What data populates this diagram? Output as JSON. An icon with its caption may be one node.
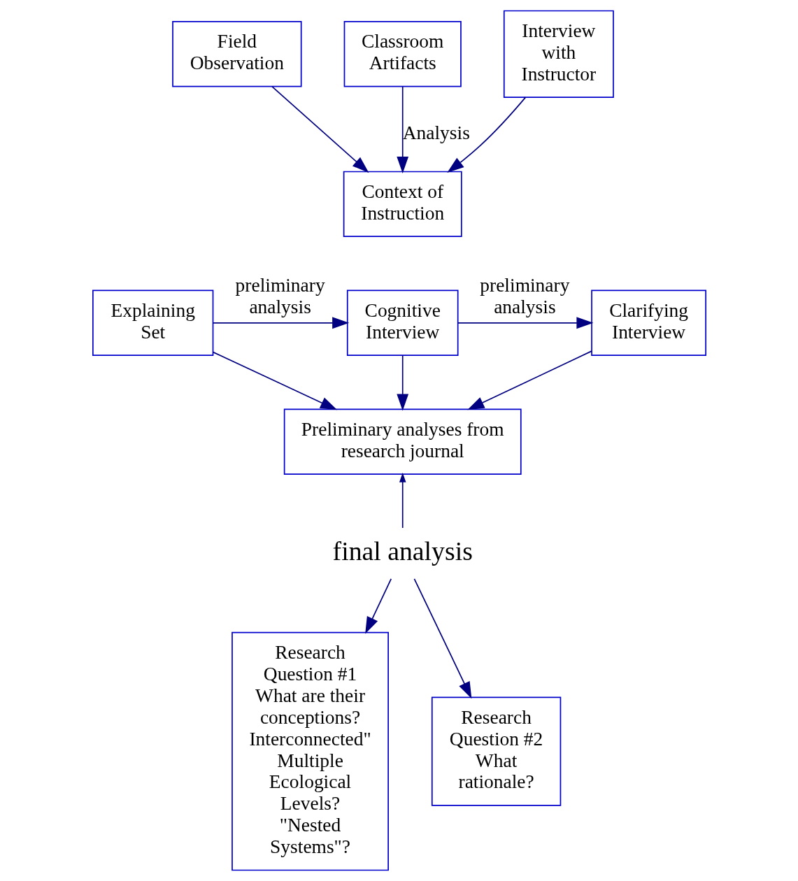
{
  "diagram": {
    "nodes": [
      {
        "text": [
          "Field Observation"
        ]
      },
      {
        "text": [
          "Classroom Artifacts"
        ]
      },
      {
        "text": [
          "Interview with Instructor"
        ]
      },
      {
        "text": [
          "Context of Instruction"
        ]
      },
      {
        "text": [
          "Explaining Set"
        ]
      },
      {
        "text": [
          "Cognitive Interview"
        ]
      },
      {
        "text": [
          "Clarifying Interview"
        ]
      },
      {
        "text": [
          "Preliminary analyses from research journal"
        ]
      },
      {
        "text": [
          "Research Question #1 What are their conceptions? Interconnected\" Multiple Ecological Levels? \"Nested Systems\"?"
        ]
      },
      {
        "text": [
          "Research Question #2 What rationale?"
        ]
      },
      {
        "text": [
          "final analysis"
        ]
      }
    ],
    "edges": [
      {
        "from": 0,
        "to": 3,
        "arrow": "to"
      },
      {
        "from": 1,
        "to": 3,
        "arrow": "to",
        "label": "Analysis"
      },
      {
        "from": 2,
        "to": 3,
        "arrow": "to"
      },
      {
        "from": 4,
        "to": 5,
        "arrow": "to",
        "label": "preliminary analysis"
      },
      {
        "from": 5,
        "to": 6,
        "arrow": "to",
        "label": "preliminary analysis"
      },
      {
        "from": 4,
        "to": 7,
        "arrow": "to"
      },
      {
        "from": 5,
        "to": 7,
        "arrow": "to"
      },
      {
        "from": 6,
        "to": 7,
        "arrow": "to"
      },
      {
        "from": 10,
        "to": 7,
        "arrow": "to"
      },
      {
        "from": 10,
        "to": 8,
        "arrow": "to"
      },
      {
        "from": 10,
        "to": 9,
        "arrow": "to"
      }
    ]
  }
}
